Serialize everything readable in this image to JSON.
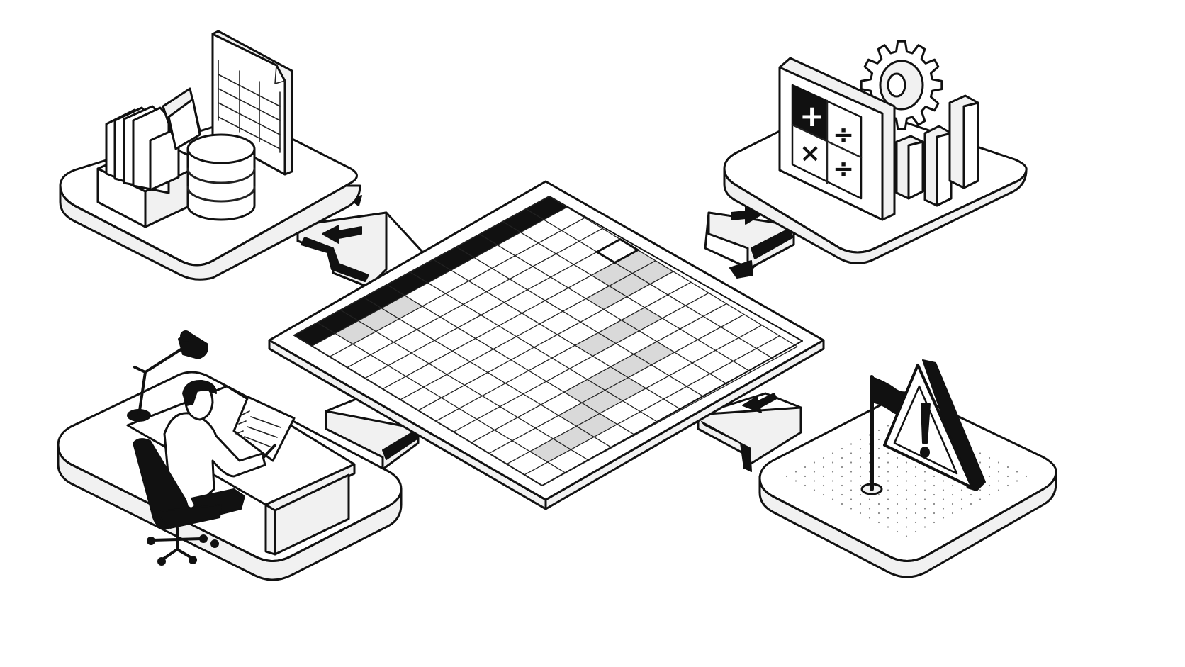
{
  "scene": {
    "central_object": "spreadsheet-grid",
    "grid": {
      "columns": 11,
      "rows": 14,
      "header_row": "filled-black",
      "selected_cell": {
        "row": 5,
        "col": 11
      }
    },
    "nodes": [
      {
        "id": "data-sources",
        "icons": [
          "folder-organizer-icon",
          "database-icon",
          "spreadsheet-document-icon"
        ],
        "arrow": "left"
      },
      {
        "id": "calculations",
        "icons": [
          "calculator-icon",
          "gear-icon",
          "bar-chart-icon"
        ],
        "arrow": "right"
      },
      {
        "id": "review",
        "icons": [
          "person-icon",
          "desk-lamp-icon",
          "checklist-document-icon",
          "office-chair-icon"
        ],
        "arrow": "none"
      },
      {
        "id": "risk",
        "icons": [
          "warning-triangle-icon",
          "flag-icon"
        ],
        "arrow": "left"
      }
    ],
    "calculator_symbols": [
      "+",
      "÷",
      "×",
      "÷"
    ],
    "colors": {
      "line": "#111111",
      "background": "#ffffff",
      "highlight": "#d9d9d9"
    }
  }
}
